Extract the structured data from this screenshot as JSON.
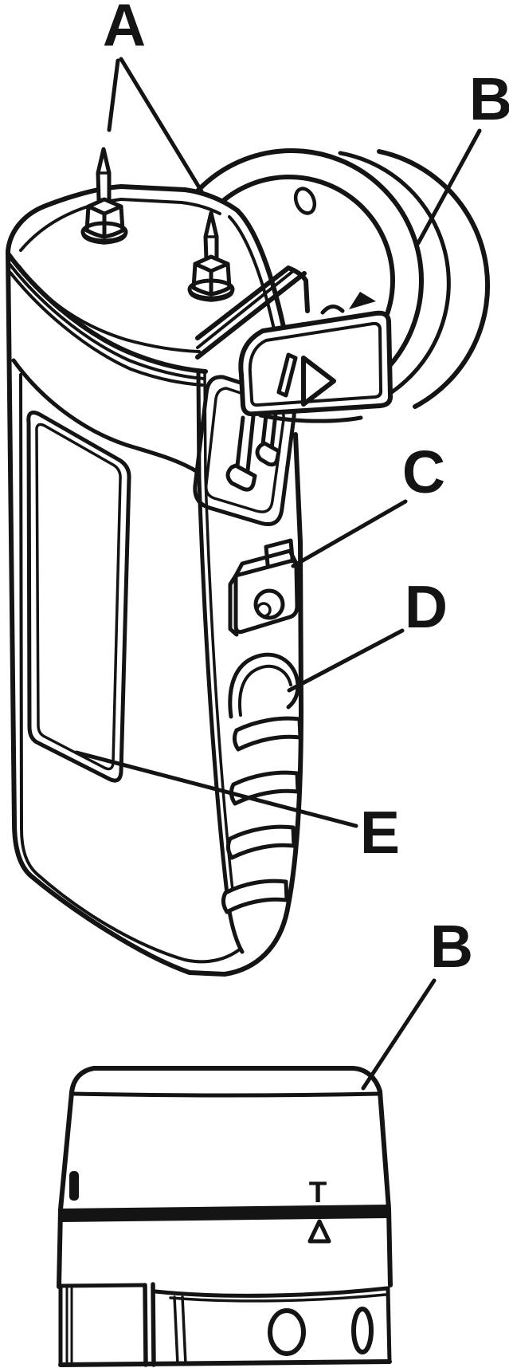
{
  "figure": {
    "description": "Black-and-white line-art parts diagram of a pin-type moisture meter",
    "ink_color": "#141414",
    "background_color": "#ffffff"
  },
  "callouts": {
    "a": {
      "label": "A",
      "target": "measurement-pins"
    },
    "b_main": {
      "label": "B",
      "target": "protective-cap"
    },
    "c": {
      "label": "C",
      "target": "cap-release-latch"
    },
    "d": {
      "label": "D",
      "target": "side-button"
    },
    "e": {
      "label": "E",
      "target": "front-panel"
    },
    "b_cap": {
      "label": "B",
      "target": "protective-cap-side-view"
    }
  },
  "cap_markings": {
    "t_mark": "T"
  }
}
